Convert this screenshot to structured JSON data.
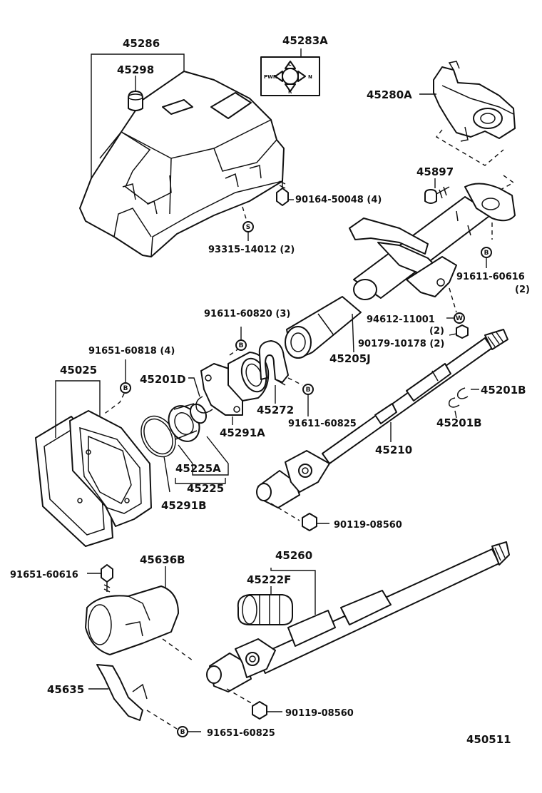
{
  "labels": {
    "p45286": "45286",
    "p45298": "45298",
    "p45283A": "45283A",
    "p45280A": "45280A",
    "p90164": "90164-50048 (4)",
    "p93315": "93315-14012 (2)",
    "p45897": "45897",
    "p91611_616": "91611-60616",
    "p91611_616_qty": "(2)",
    "p91611_820": "91611-60820 (3)",
    "p94612": "94612-11001",
    "p94612_qty": "(2)",
    "p90179": "90179-10178 (2)",
    "p45205J": "45205J",
    "p91651_818": "91651-60818 (4)",
    "p45025": "45025",
    "p45201D": "45201D",
    "p45272": "45272",
    "p91611_825": "91611-60825",
    "p45291A": "45291A",
    "p45201B_1": "45201B",
    "p45201B_2": "45201B",
    "p45210": "45210",
    "p45225A": "45225A",
    "p45225": "45225",
    "p45291B": "45291B",
    "p90119_1": "90119-08560",
    "p45260": "45260",
    "p45636B": "45636B",
    "p91651_616": "91651-60616",
    "p45222F": "45222F",
    "p45635": "45635",
    "p90119_2": "90119-08560",
    "p91651_825": "91651-60825",
    "diagram_id": "450511"
  },
  "badge_letters": {
    "s": "S",
    "b": "B",
    "w": "W"
  },
  "plate": {
    "pwr": "PWR",
    "n": "N",
    "l": "L",
    "r": "R"
  }
}
